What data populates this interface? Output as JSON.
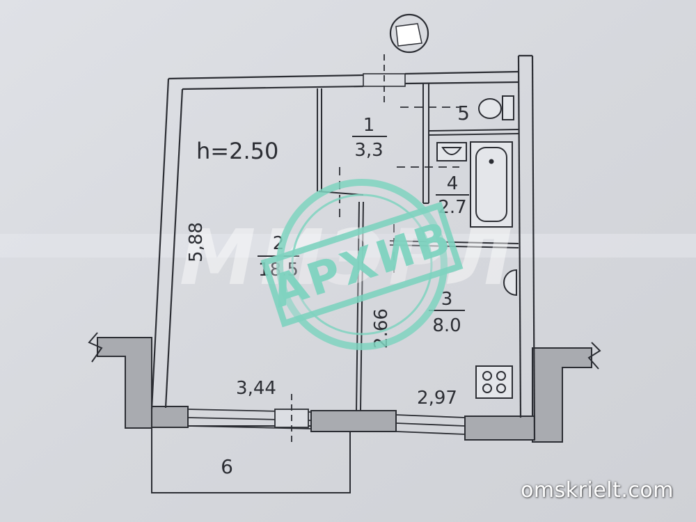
{
  "plan": {
    "ceiling_height": "h=2.50",
    "rooms": [
      {
        "number": "1",
        "area": "3,3"
      },
      {
        "number": "2",
        "area": "18.5"
      },
      {
        "number": "3",
        "area": "8.0"
      },
      {
        "number": "4",
        "area": "2.7"
      },
      {
        "number": "5",
        "area": ""
      },
      {
        "number": "6",
        "area": ""
      }
    ],
    "dimensions": {
      "room2_depth": "5,88",
      "room2_width": "3,44",
      "room3_depth": "2.66",
      "room3_width": "2,97"
    }
  },
  "stamp": {
    "text": "АРХИВ"
  },
  "brand_watermark": "МИЭРЛ",
  "site_watermark": "omskrielt.com",
  "colors": {
    "paper": "#d9dbe0",
    "line": "#2b2d33",
    "wall_fill": "#a9abb0",
    "stamp": "#7fd3c0"
  }
}
